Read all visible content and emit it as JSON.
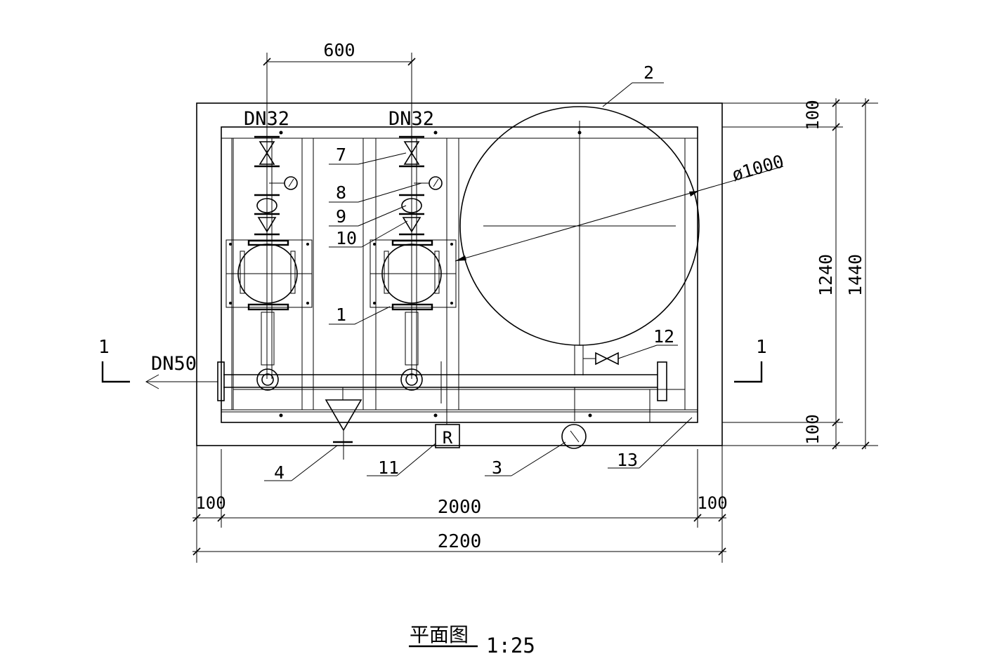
{
  "dimensions": {
    "top_spacing": "600",
    "height_inner": "1240",
    "height_outer": "1440",
    "margin_top": "100",
    "margin_bottom": "100",
    "margin_left": "100",
    "width_inner": "2000",
    "margin_right": "100",
    "width_outer": "2200",
    "tank_diameter": "ø1000"
  },
  "pipes": {
    "inlet_left": "DN32",
    "inlet_right": "DN32",
    "outlet": "DN50"
  },
  "section_marks": {
    "left": "1",
    "right": "1"
  },
  "callouts": {
    "c1": "1",
    "c2": "2",
    "c3": "3",
    "c4": "4",
    "c7": "7",
    "c8": "8",
    "c9": "9",
    "c10": "10",
    "c11": "11",
    "c12": "12",
    "c13": "13"
  },
  "symbols": {
    "remote_box": "R"
  },
  "footer": {
    "title": "平面图",
    "scale": "1:25"
  }
}
